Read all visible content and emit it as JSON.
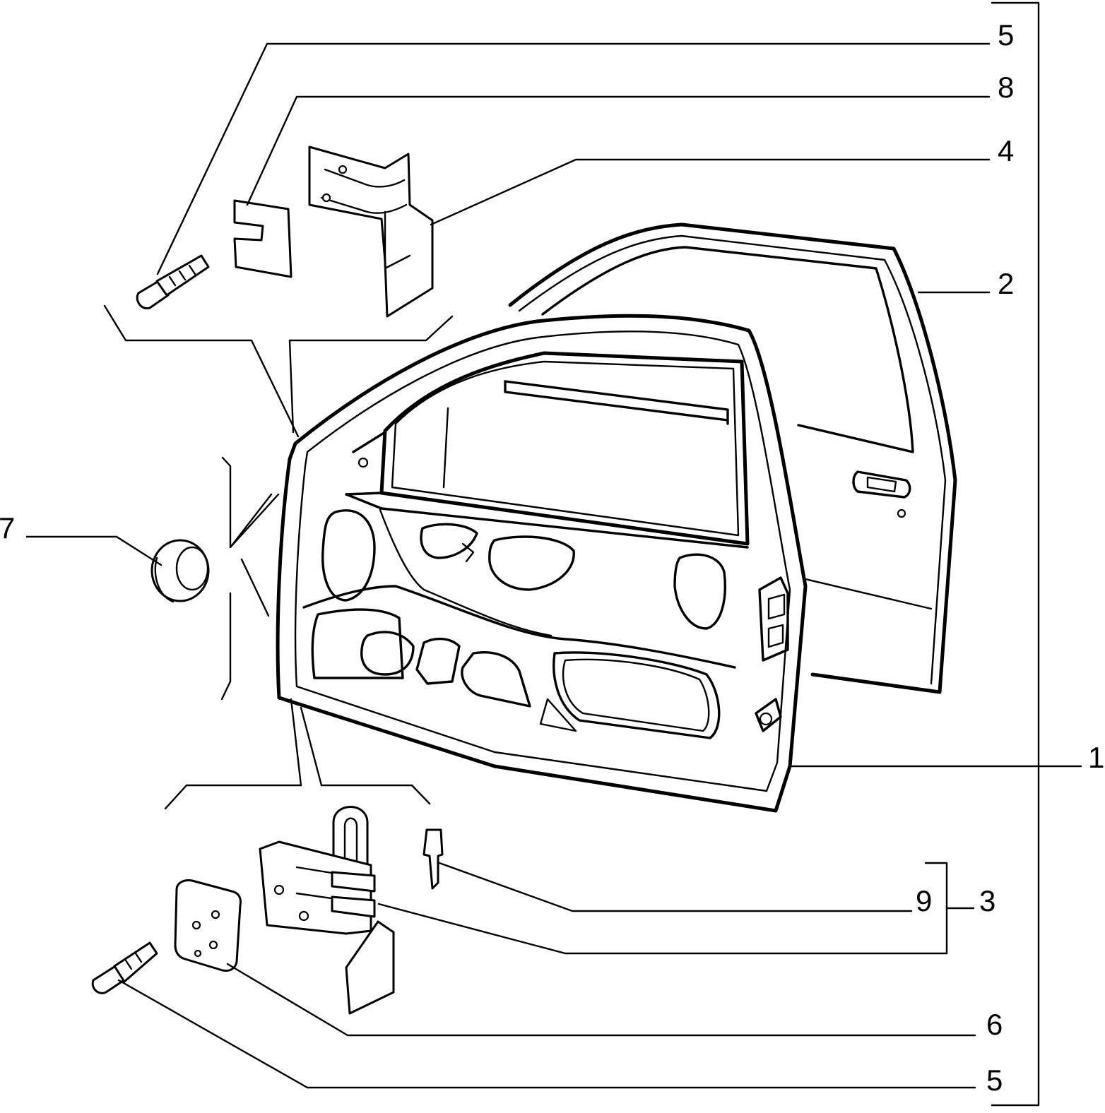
{
  "callouts": [
    {
      "id": "c5a",
      "label": "5"
    },
    {
      "id": "c8",
      "label": "8"
    },
    {
      "id": "c4",
      "label": "4"
    },
    {
      "id": "c2",
      "label": "2"
    },
    {
      "id": "c7",
      "label": "7"
    },
    {
      "id": "c1",
      "label": "1"
    },
    {
      "id": "c9",
      "label": "9"
    },
    {
      "id": "c3",
      "label": "3"
    },
    {
      "id": "c6",
      "label": "6"
    },
    {
      "id": "c5b",
      "label": "5"
    }
  ]
}
